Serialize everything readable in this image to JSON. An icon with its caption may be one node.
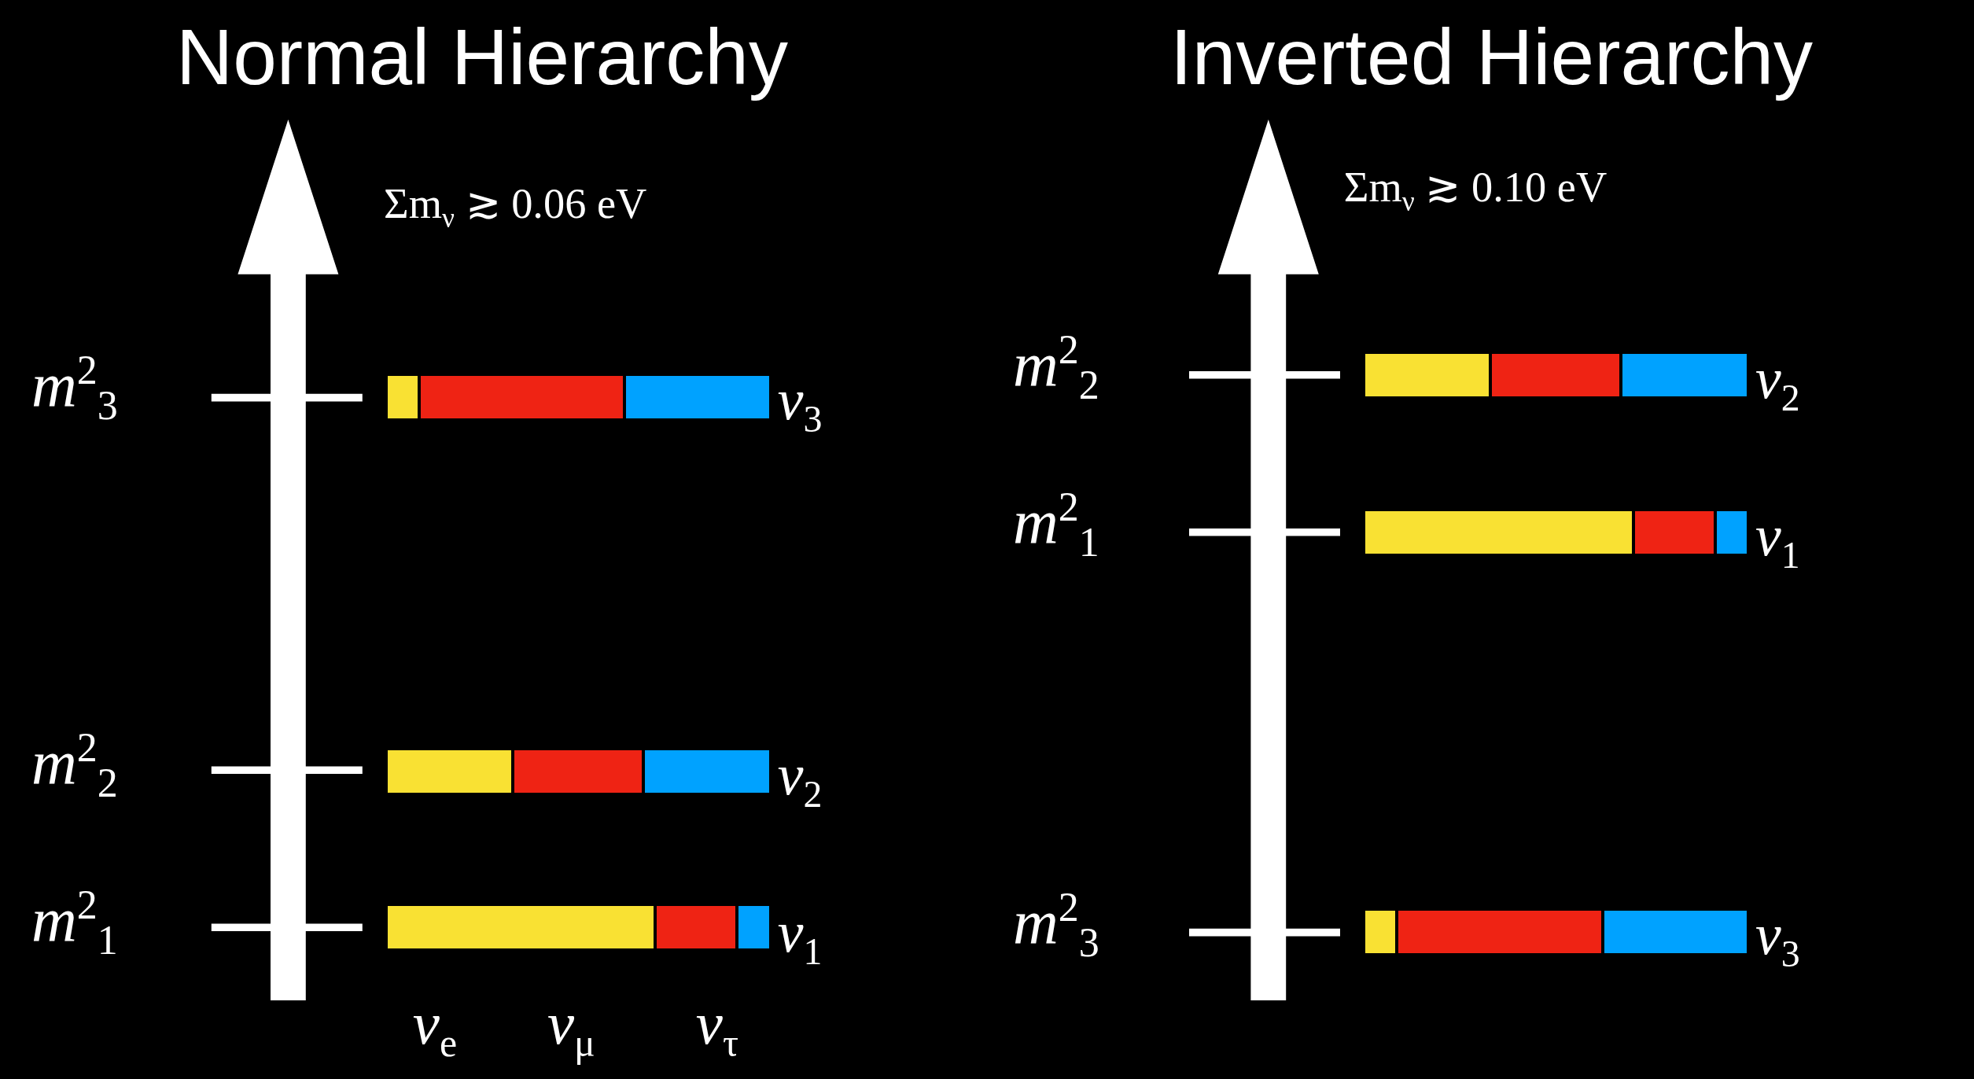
{
  "diagram": {
    "labels": [
      "Normal Hierarchy",
      "Inverted Hierarchy",
      "Σm$_{ν}$ ≳ 0.06 eV",
      "Σm$_{ν}$ ≳ 0.10 eV",
      "*m*$^{2}$$_{3}$",
      "*ν*$_{3}$",
      "*m*$^{2}$$_{2}$",
      "*ν*$_{2}$",
      "*m*$^{2}$$_{1}$",
      "*ν*$_{1}$",
      "*m*$^{2}$$_{2}$",
      "*ν*$_{2}$",
      "*m*$^{2}$$_{1}$",
      "*ν*$_{1}$",
      "*m*$^{2}$$_{3}$",
      "*ν*$_{3}$"
    ],
    "legend": [
      {
        "text": "*ν*$_{e}$",
        "color": "#f9e133"
      },
      {
        "text": "*ν*$_{μ}$",
        "color": "#ef2314"
      },
      {
        "text": "*ν*$_{τ}$",
        "color": "#00a2ff"
      }
    ]
  }
}
